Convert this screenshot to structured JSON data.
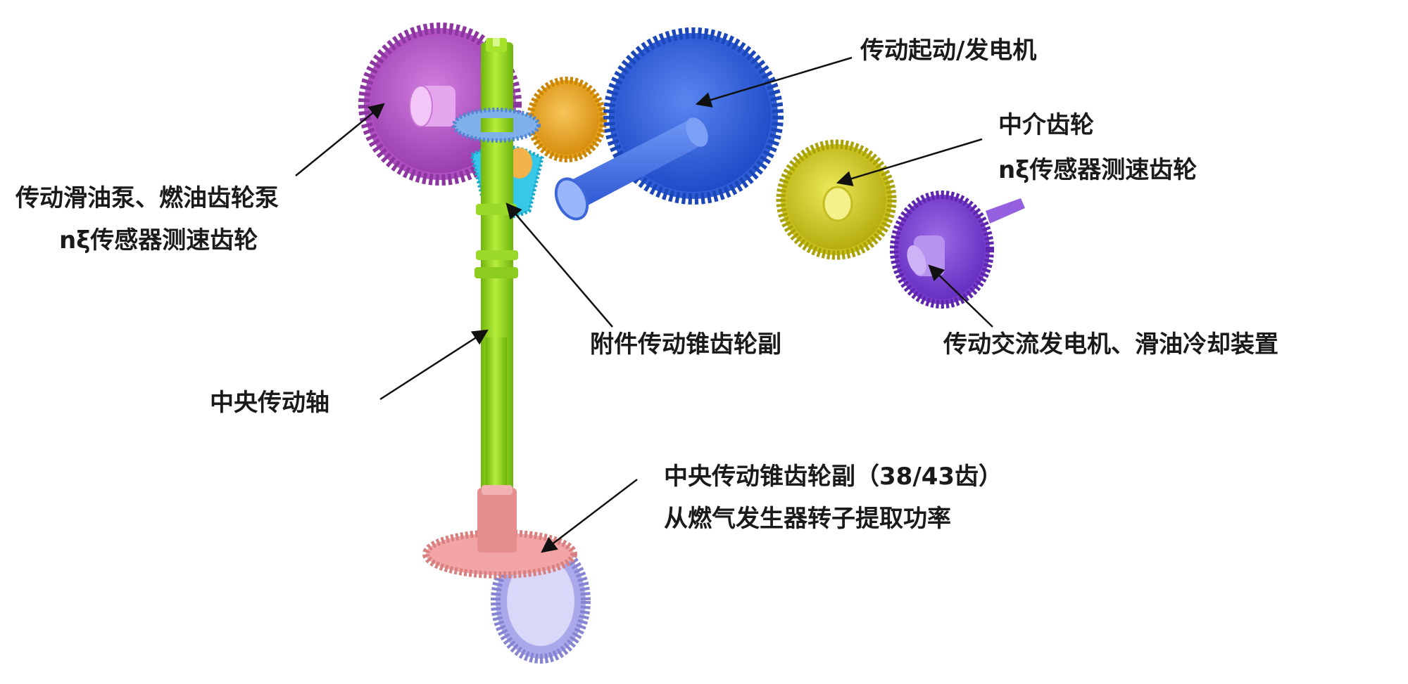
{
  "labels": {
    "lube_pump": "传动滑油泵、燃油齿轮泵",
    "lube_pump_sensor": "nξ传感器测速齿轮",
    "starter_generator": "传动起动/发电机",
    "idler_gear": "中介齿轮",
    "idler_sensor": "nξ传感器测速齿轮",
    "accessory_bevel": "附件传动锥齿轮副",
    "alternator": "传动交流发电机、滑油冷却装置",
    "central_shaft": "中央传动轴",
    "central_bevel": "中央传动锥齿轮副（38/43齿）",
    "central_bevel_note": "从燃气发生器转子提取功率"
  },
  "colors": {
    "magenta_gear": "#b04fc4",
    "blue_gear": "#2f5fd8",
    "orange_gear": "#e8a21c",
    "yellow_gear": "#c9c21a",
    "purple_gear": "#7b3fd0",
    "shaft_green": "#8fd21c",
    "cyan_bevel": "#36c8e8",
    "pink_gear": "#f3a4a4",
    "lavender_gear": "#a9a8ea"
  }
}
